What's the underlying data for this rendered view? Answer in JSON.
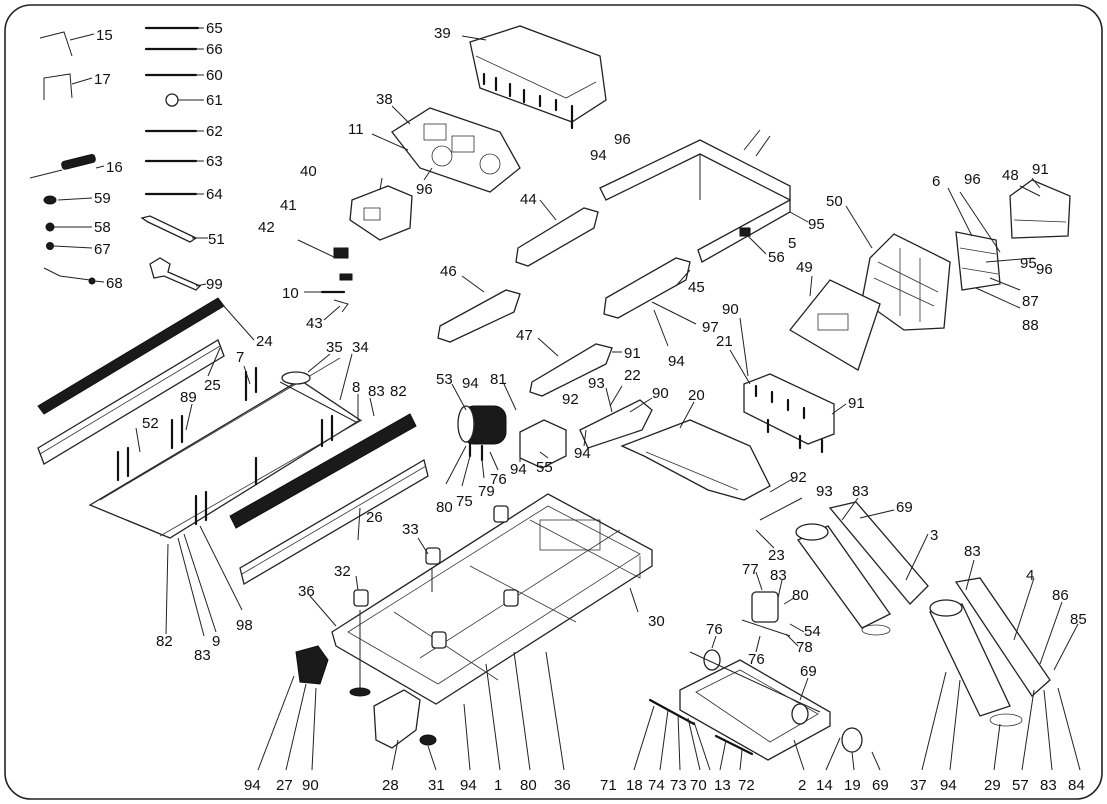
{
  "diagram": {
    "callouts": [
      {
        "id": "c15",
        "text": "15"
      },
      {
        "id": "c17",
        "text": "17"
      },
      {
        "id": "c16",
        "text": "16"
      },
      {
        "id": "c59",
        "text": "59"
      },
      {
        "id": "c58",
        "text": "58"
      },
      {
        "id": "c67",
        "text": "67"
      },
      {
        "id": "c68",
        "text": "68"
      },
      {
        "id": "c65",
        "text": "65"
      },
      {
        "id": "c66",
        "text": "66"
      },
      {
        "id": "c60",
        "text": "60"
      },
      {
        "id": "c61",
        "text": "61"
      },
      {
        "id": "c62",
        "text": "62"
      },
      {
        "id": "c63",
        "text": "63"
      },
      {
        "id": "c64",
        "text": "64"
      },
      {
        "id": "c51",
        "text": "51"
      },
      {
        "id": "c99",
        "text": "99"
      },
      {
        "id": "c24",
        "text": "24"
      },
      {
        "id": "c25",
        "text": "25"
      },
      {
        "id": "c39",
        "text": "39"
      },
      {
        "id": "c38",
        "text": "38"
      },
      {
        "id": "c11",
        "text": "11"
      },
      {
        "id": "c96a",
        "text": "96"
      },
      {
        "id": "c96b",
        "text": "96"
      },
      {
        "id": "c94a",
        "text": "94"
      },
      {
        "id": "c40",
        "text": "40"
      },
      {
        "id": "c41",
        "text": "41"
      },
      {
        "id": "c42",
        "text": "42"
      },
      {
        "id": "c10",
        "text": "10"
      },
      {
        "id": "c43",
        "text": "43"
      },
      {
        "id": "c44",
        "text": "44"
      },
      {
        "id": "c46",
        "text": "46"
      },
      {
        "id": "c94b",
        "text": "94"
      },
      {
        "id": "c47",
        "text": "47"
      },
      {
        "id": "c91a",
        "text": "91"
      },
      {
        "id": "c45",
        "text": "45"
      },
      {
        "id": "c97",
        "text": "97"
      },
      {
        "id": "c94c",
        "text": "94"
      },
      {
        "id": "c5",
        "text": "5"
      },
      {
        "id": "c95a",
        "text": "95"
      },
      {
        "id": "c56",
        "text": "56"
      },
      {
        "id": "c50",
        "text": "50"
      },
      {
        "id": "c6",
        "text": "6"
      },
      {
        "id": "c96c",
        "text": "96"
      },
      {
        "id": "c48",
        "text": "48"
      },
      {
        "id": "c91b",
        "text": "91"
      },
      {
        "id": "c96d",
        "text": "96"
      },
      {
        "id": "c95b",
        "text": "95"
      },
      {
        "id": "c87",
        "text": "87"
      },
      {
        "id": "c88",
        "text": "88"
      },
      {
        "id": "c49",
        "text": "49"
      },
      {
        "id": "c90a",
        "text": "90"
      },
      {
        "id": "c21",
        "text": "21"
      },
      {
        "id": "c91c",
        "text": "91"
      },
      {
        "id": "c35",
        "text": "35"
      },
      {
        "id": "c34",
        "text": "34"
      },
      {
        "id": "c7",
        "text": "7"
      },
      {
        "id": "c89",
        "text": "89"
      },
      {
        "id": "c8",
        "text": "8"
      },
      {
        "id": "c83a",
        "text": "83"
      },
      {
        "id": "c82a",
        "text": "82"
      },
      {
        "id": "c52",
        "text": "52"
      },
      {
        "id": "c53",
        "text": "53"
      },
      {
        "id": "c81",
        "text": "81"
      },
      {
        "id": "c93a",
        "text": "93"
      },
      {
        "id": "c22",
        "text": "22"
      },
      {
        "id": "c90b",
        "text": "90"
      },
      {
        "id": "c92a",
        "text": "92"
      },
      {
        "id": "c94d",
        "text": "94"
      },
      {
        "id": "c20",
        "text": "20"
      },
      {
        "id": "c80a",
        "text": "80"
      },
      {
        "id": "c75",
        "text": "75"
      },
      {
        "id": "c79",
        "text": "79"
      },
      {
        "id": "c76a",
        "text": "76"
      },
      {
        "id": "c94e",
        "text": "94"
      },
      {
        "id": "c55",
        "text": "55"
      },
      {
        "id": "c92b",
        "text": "92"
      },
      {
        "id": "c93b",
        "text": "93"
      },
      {
        "id": "c83b",
        "text": "83"
      },
      {
        "id": "c69a",
        "text": "69"
      },
      {
        "id": "c23",
        "text": "23"
      },
      {
        "id": "c3",
        "text": "3"
      },
      {
        "id": "c26",
        "text": "26"
      },
      {
        "id": "c33",
        "text": "33"
      },
      {
        "id": "c32",
        "text": "32"
      },
      {
        "id": "c36a",
        "text": "36"
      },
      {
        "id": "c30",
        "text": "30"
      },
      {
        "id": "c82b",
        "text": "82"
      },
      {
        "id": "c83c",
        "text": "83"
      },
      {
        "id": "c9",
        "text": "9"
      },
      {
        "id": "c98",
        "text": "98"
      },
      {
        "id": "c77",
        "text": "77"
      },
      {
        "id": "c83d",
        "text": "83"
      },
      {
        "id": "c80b",
        "text": "80"
      },
      {
        "id": "c54",
        "text": "54"
      },
      {
        "id": "c78",
        "text": "78"
      },
      {
        "id": "c76b",
        "text": "76"
      },
      {
        "id": "c76c",
        "text": "76"
      },
      {
        "id": "c83e",
        "text": "83"
      },
      {
        "id": "c4",
        "text": "4"
      },
      {
        "id": "c86",
        "text": "86"
      },
      {
        "id": "c85",
        "text": "85"
      },
      {
        "id": "c69b",
        "text": "69"
      },
      {
        "id": "b94a",
        "text": "94"
      },
      {
        "id": "b27",
        "text": "27"
      },
      {
        "id": "b90",
        "text": "90"
      },
      {
        "id": "b28",
        "text": "28"
      },
      {
        "id": "b31",
        "text": "31"
      },
      {
        "id": "b94b",
        "text": "94"
      },
      {
        "id": "b1",
        "text": "1"
      },
      {
        "id": "b80",
        "text": "80"
      },
      {
        "id": "b36",
        "text": "36"
      },
      {
        "id": "b71",
        "text": "71"
      },
      {
        "id": "b18",
        "text": "18"
      },
      {
        "id": "b74",
        "text": "74"
      },
      {
        "id": "b73",
        "text": "73"
      },
      {
        "id": "b70",
        "text": "70"
      },
      {
        "id": "b13",
        "text": "13"
      },
      {
        "id": "b72",
        "text": "72"
      },
      {
        "id": "b2",
        "text": "2"
      },
      {
        "id": "b14",
        "text": "14"
      },
      {
        "id": "b19",
        "text": "19"
      },
      {
        "id": "b69",
        "text": "69"
      },
      {
        "id": "b37",
        "text": "37"
      },
      {
        "id": "b94c",
        "text": "94"
      },
      {
        "id": "b29",
        "text": "29"
      },
      {
        "id": "b57",
        "text": "57"
      },
      {
        "id": "b83",
        "text": "83"
      },
      {
        "id": "b84",
        "text": "84"
      }
    ]
  }
}
